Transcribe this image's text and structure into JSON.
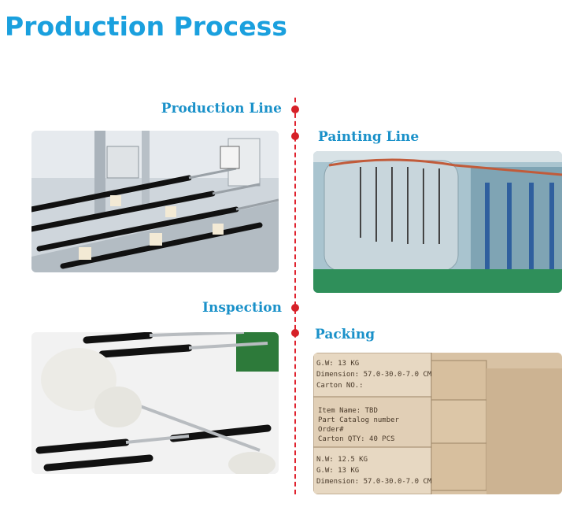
{
  "title": "Production Process",
  "steps": {
    "production_line": {
      "label": "Production Line"
    },
    "painting_line": {
      "label": "Painting Line"
    },
    "inspection": {
      "label": "Inspection"
    },
    "packing": {
      "label": "Packing"
    }
  },
  "packing_box": {
    "line1": "N.W: 12.5 KG",
    "line2": "G.W: 13 KG",
    "line3": "Item Name: TBD",
    "line4": "Part Catalog number",
    "line5": "Order#",
    "line6": "Carton QTY: 40 PCS",
    "line7": "Dimension: 57.0-30.0-7.0 CM",
    "line8": "Carton NO.:"
  },
  "colors": {
    "title": "#1aa0de",
    "label": "#1a91c9",
    "timeline": "#e0232f"
  }
}
